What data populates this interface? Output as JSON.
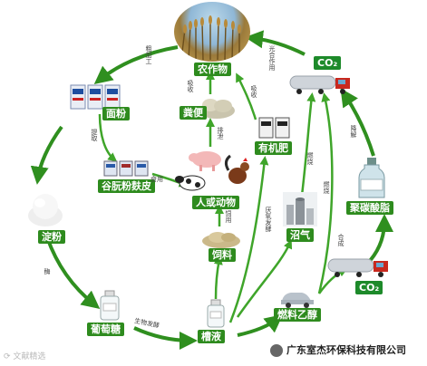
{
  "nodes": {
    "crop": "农作物",
    "co2_top": "CO₂",
    "flour": "面粉",
    "manure": "粪便",
    "fertilizer": "有机肥",
    "gluten": "谷朊粉麸皮",
    "animals": "人或动物",
    "starch": "淀粉",
    "feed": "饲料",
    "biogas": "沼气",
    "polyester": "聚碳酸脂",
    "glucose": "葡萄糖",
    "mash": "槽液",
    "ethanol": "燃料乙醇",
    "co2_bottom": "CO₂"
  },
  "annotations": {
    "grind": "粗加工",
    "photosyn": "光合作用",
    "absorb": "吸收",
    "absorb2": "吸收",
    "extract": "提取",
    "excrete": "排泄",
    "eat": "食用",
    "feed_use": "饲用",
    "enzyme": "酶",
    "ferment": "生物发酵",
    "anaerobic": "厌氧发酵",
    "burn": "燃烧",
    "burn2": "燃烧",
    "polymer": "合成",
    "degrade": "降解"
  },
  "watermark_left": "文献精选",
  "watermark_right": "广东室杰环保科技有限公司",
  "colors": {
    "arrow": "#2f8f1f",
    "label_bg": "#2e8b1e",
    "label_text": "#ffffff"
  }
}
